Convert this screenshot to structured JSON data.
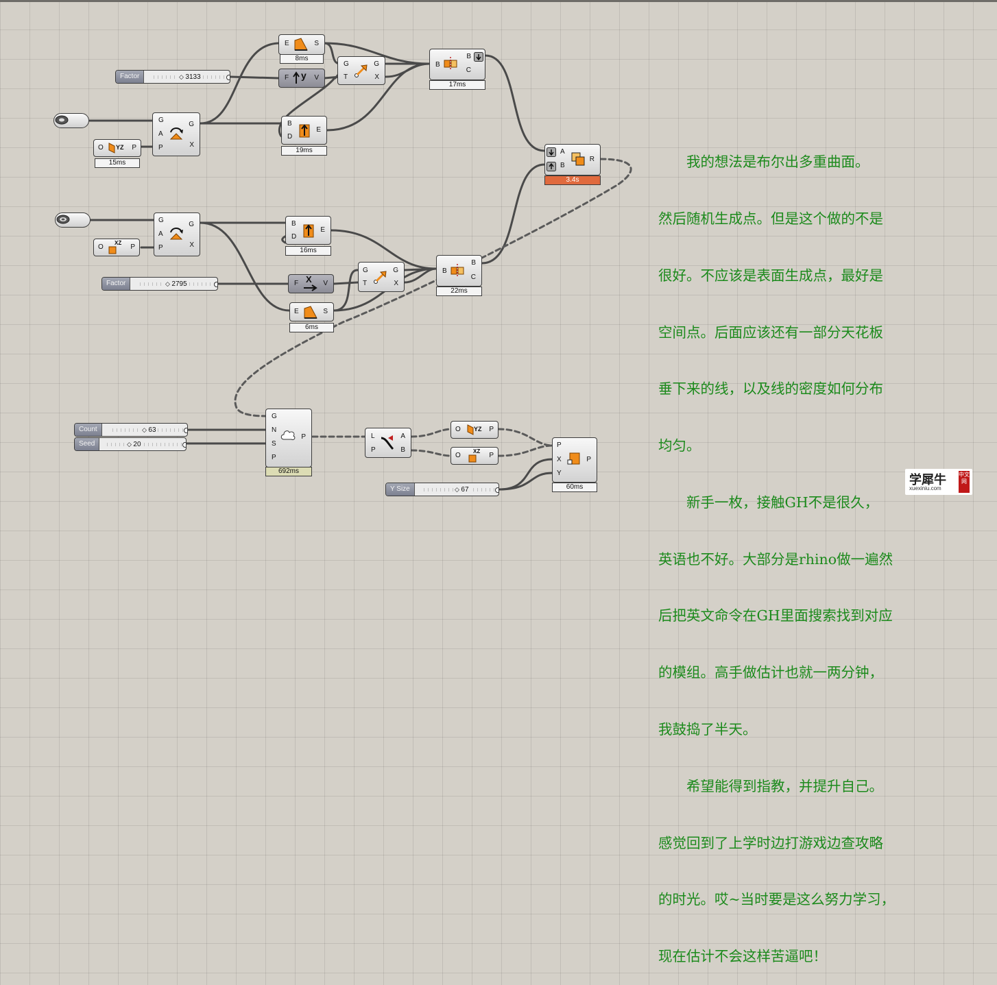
{
  "canvas": {
    "background": "#d4d0c8",
    "note_color": "#1c8a1c"
  },
  "sliders": {
    "factor_top": {
      "label": "Factor",
      "value": "3133"
    },
    "factor_mid": {
      "label": "Factor",
      "value": "2795"
    },
    "count": {
      "label": "Count",
      "value": "63"
    },
    "seed": {
      "label": "Seed",
      "value": "20"
    },
    "y_size": {
      "label": "Y Size",
      "value": "67"
    }
  },
  "components": {
    "extrude_top": {
      "inputs": [
        "E"
      ],
      "outputs": [
        "S"
      ],
      "time": "8ms"
    },
    "unit_y": {
      "inputs": [
        "F"
      ],
      "outputs": [
        "V"
      ],
      "glyph": "y"
    },
    "move_top": {
      "inputs": [
        "G",
        "T"
      ],
      "outputs": [
        "G",
        "X"
      ]
    },
    "boolean_split_top": {
      "inputs": [
        "B"
      ],
      "outputs": [
        "B",
        "C"
      ],
      "time": "17ms"
    },
    "rotate_top": {
      "inputs": [
        "G",
        "A",
        "P"
      ],
      "outputs": [
        "G",
        "X"
      ]
    },
    "edges_top": {
      "inputs": [
        "B",
        "D"
      ],
      "outputs": [
        "E"
      ],
      "time": "19ms"
    },
    "plane_yz_top": {
      "inputs": [
        "O"
      ],
      "outputs": [
        "P"
      ],
      "glyph": "YZ",
      "time": "15ms"
    },
    "boolean_diff": {
      "inputs": [
        "A",
        "B"
      ],
      "outputs": [
        "R"
      ],
      "time": "3.4s"
    },
    "rotate_mid": {
      "inputs": [
        "G",
        "A",
        "P"
      ],
      "outputs": [
        "G",
        "X"
      ]
    },
    "plane_xz_mid": {
      "inputs": [
        "O"
      ],
      "outputs": [
        "P"
      ],
      "glyph": "XZ"
    },
    "edges_mid": {
      "inputs": [
        "B",
        "D"
      ],
      "outputs": [
        "E"
      ],
      "time": "16ms"
    },
    "unit_x": {
      "inputs": [
        "F"
      ],
      "outputs": [
        "V"
      ],
      "glyph": "X"
    },
    "move_mid": {
      "inputs": [
        "G",
        "T"
      ],
      "outputs": [
        "G",
        "X"
      ]
    },
    "boolean_split_mid": {
      "inputs": [
        "B"
      ],
      "outputs": [
        "B",
        "C"
      ],
      "time": "22ms"
    },
    "extrude_mid": {
      "inputs": [
        "E"
      ],
      "outputs": [
        "S"
      ],
      "time": "6ms"
    },
    "populate": {
      "inputs": [
        "G",
        "N",
        "S",
        "P"
      ],
      "outputs": [
        "P"
      ],
      "time": "692ms"
    },
    "line_points": {
      "inputs": [
        "L",
        "P"
      ],
      "outputs": [
        "A",
        "B"
      ]
    },
    "plane_yz_bot": {
      "inputs": [
        "O"
      ],
      "outputs": [
        "P"
      ],
      "glyph": "YZ"
    },
    "plane_xz_bot": {
      "inputs": [
        "O"
      ],
      "outputs": [
        "P"
      ],
      "glyph": "XZ"
    },
    "rectangle": {
      "inputs": [
        "P",
        "X",
        "Y"
      ],
      "outputs": [
        "P"
      ],
      "time": "60ms"
    }
  },
  "note": {
    "lines": [
      "　　我的想法是布尔出多重曲面。",
      "然后随机生成点。但是这个做的不是",
      "很好。不应该是表面生成点，最好是",
      "空间点。后面应该还有一部分天花板",
      "垂下来的线，以及线的密度如何分布",
      "均匀。",
      "　　新手一枚，接触GH不是很久，",
      "英语也不好。大部分是rhino做一遍然",
      "后把英文命令在GH里面搜索找到对应",
      "的模组。高手做估计也就一两分钟，",
      "我鼓捣了半天。",
      "　　希望能得到指教，并提升自己。",
      "感觉回到了上学时边打游戏边查攻略",
      "的时光。哎~当时要是这么努力学习，",
      "现在估计不会这样苦逼吧！"
    ]
  },
  "watermark": {
    "title": "学犀牛",
    "url": "xuexiniu.com",
    "seal": "中文网"
  }
}
